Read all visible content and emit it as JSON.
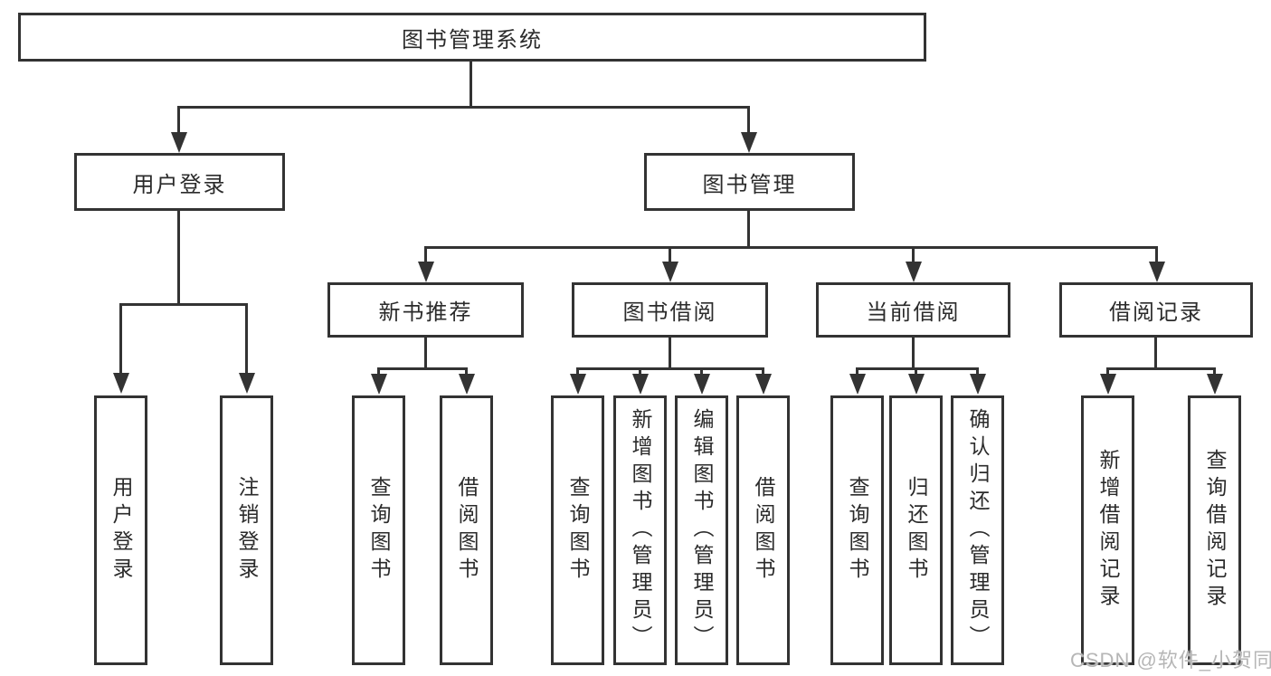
{
  "diagram": {
    "title": "图书管理系统",
    "type": "hierarchy-tree"
  },
  "nodes": {
    "root": {
      "label": "图书管理系统"
    },
    "user_login": {
      "label": "用户登录"
    },
    "book_mgmt": {
      "label": "图书管理"
    },
    "new_book_rec": {
      "label": "新书推荐"
    },
    "book_borrow": {
      "label": "图书借阅"
    },
    "current_borrow": {
      "label": "当前借阅"
    },
    "borrow_records": {
      "label": "借阅记录"
    },
    "leaf_user_login": {
      "label": "用户登录"
    },
    "leaf_logout": {
      "label": "注销登录"
    },
    "leaf_query_book_1": {
      "label": "查询图书"
    },
    "leaf_borrow_book_1": {
      "label": "借阅图书"
    },
    "leaf_query_book_2": {
      "label": "查询图书"
    },
    "leaf_add_book": {
      "label": "新增图书（管理员）"
    },
    "leaf_edit_book": {
      "label": "编辑图书（管理员）"
    },
    "leaf_borrow_book_2": {
      "label": "借阅图书"
    },
    "leaf_query_book_3": {
      "label": "查询图书"
    },
    "leaf_return_book": {
      "label": "归还图书"
    },
    "leaf_confirm_return": {
      "label": "确认归还（管理员）"
    },
    "leaf_add_record": {
      "label": "新增借阅记录"
    },
    "leaf_query_record": {
      "label": "查询借阅记录"
    }
  },
  "watermark": {
    "text": "CSDN @软件_小贺同学"
  },
  "colors": {
    "line": "#333333",
    "text": "#2b2b2b",
    "box_background": "#ffffff",
    "page_background": "#ffffff",
    "watermark": "#b6b6b6"
  }
}
